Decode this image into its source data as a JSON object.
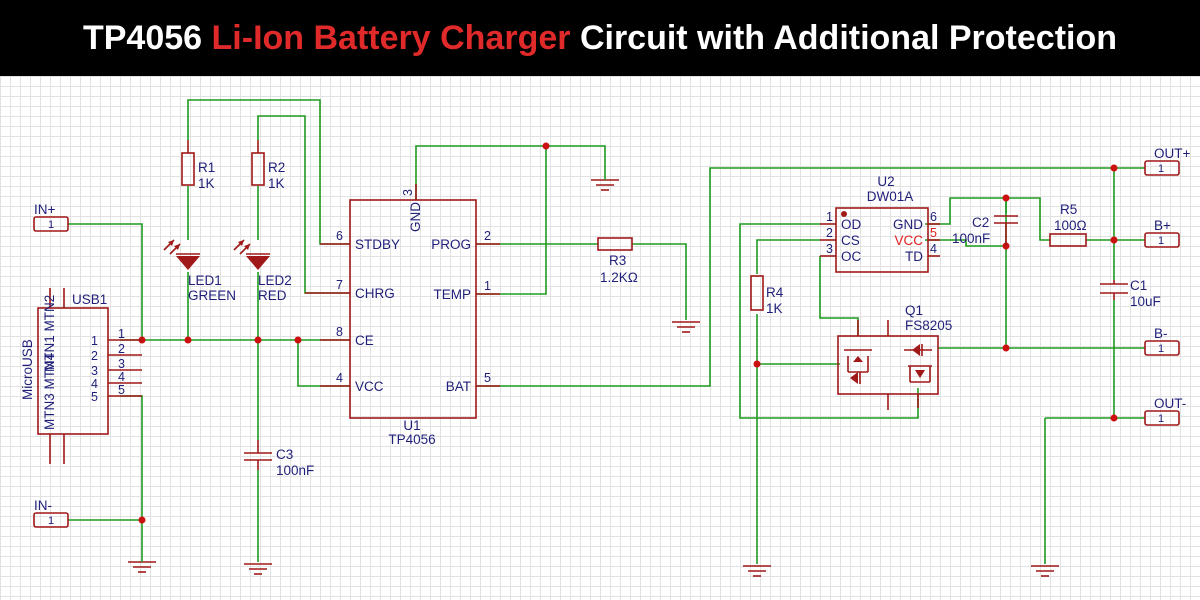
{
  "title": {
    "prefix": "TP4056",
    "accent": "Li-Ion Battery Charger",
    "suffix": "Circuit with Additional Protection"
  },
  "colors": {
    "banner": "#000000",
    "accent": "#e02a2a",
    "wire": "#1f9a1f",
    "component": "#a01818",
    "text": "#1f1f7a"
  },
  "ports": {
    "in_plus": "IN+",
    "in_minus": "IN-",
    "out_plus": "OUT+",
    "out_minus": "OUT-",
    "b_plus": "B+",
    "b_minus": "B-",
    "pin": "1"
  },
  "usb": {
    "ref": "USB1",
    "name": "MicroUSB",
    "mtn12": "MTN1 MTN2",
    "mtn34": "MTN3 MTN4",
    "pins": [
      "1",
      "2",
      "3",
      "4",
      "5"
    ]
  },
  "r1": {
    "ref": "R1",
    "value": "1K"
  },
  "r2": {
    "ref": "R2",
    "value": "1K"
  },
  "r3": {
    "ref": "R3",
    "value": "1.2KΩ"
  },
  "r4": {
    "ref": "R4",
    "value": "1K"
  },
  "r5": {
    "ref": "R5",
    "value": "100Ω"
  },
  "led1": {
    "ref": "LED1",
    "color": "GREEN"
  },
  "led2": {
    "ref": "LED2",
    "color": "RED"
  },
  "c1": {
    "ref": "C1",
    "value": "10uF"
  },
  "c2": {
    "ref": "C2",
    "value": "100nF"
  },
  "c3": {
    "ref": "C3",
    "value": "100nF"
  },
  "u1": {
    "ref": "U1",
    "part": "TP4056",
    "gnd": {
      "name": "GND",
      "num": "3"
    },
    "stdby": {
      "name": "STDBY",
      "num": "6"
    },
    "chrg": {
      "name": "CHRG",
      "num": "7"
    },
    "ce": {
      "name": "CE",
      "num": "8"
    },
    "vcc": {
      "name": "VCC",
      "num": "4"
    },
    "prog": {
      "name": "PROG",
      "num": "2"
    },
    "temp": {
      "name": "TEMP",
      "num": "1"
    },
    "bat": {
      "name": "BAT",
      "num": "5"
    }
  },
  "u2": {
    "ref": "U2",
    "part": "DW01A",
    "od": {
      "name": "OD",
      "num": "1"
    },
    "cs": {
      "name": "CS",
      "num": "2"
    },
    "oc": {
      "name": "OC",
      "num": "3"
    },
    "gnd": {
      "name": "GND",
      "num": "6"
    },
    "vcc": {
      "name": "VCC",
      "num": "5"
    },
    "td": {
      "name": "TD",
      "num": "4"
    }
  },
  "q1": {
    "ref": "Q1",
    "part": "FS8205"
  }
}
